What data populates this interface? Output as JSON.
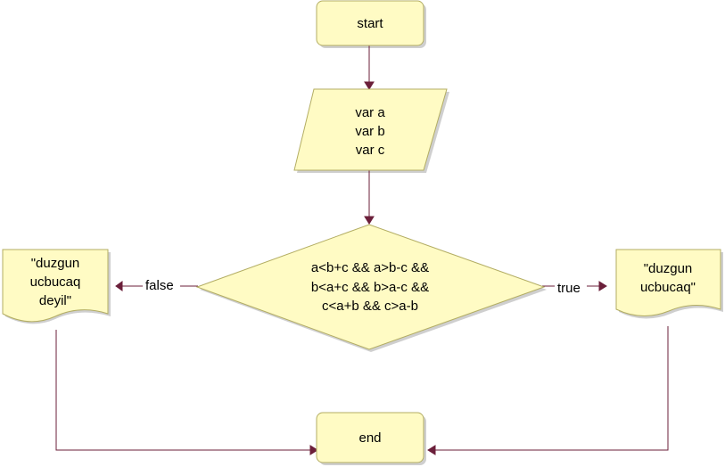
{
  "diagram": {
    "nodes": {
      "start": {
        "label": "start"
      },
      "input": {
        "lines": [
          "var a",
          "var b",
          "var c"
        ]
      },
      "decision": {
        "lines": [
          "a<b+c && a>b-c &&",
          "b<a+c && b>a-c &&",
          "c<a+b && c>a-b"
        ]
      },
      "output_false": {
        "lines": [
          "\"duzgun",
          "ucbucaq",
          "deyil\""
        ]
      },
      "output_true": {
        "lines": [
          "\"duzgun",
          "ucbucaq\""
        ]
      },
      "end": {
        "label": "end"
      }
    },
    "edges": {
      "false_label": "false",
      "true_label": "true"
    }
  },
  "colors": {
    "node_fill": "#fffbc4",
    "node_stroke": "#b3ad63",
    "edge": "#6b1f3a"
  }
}
